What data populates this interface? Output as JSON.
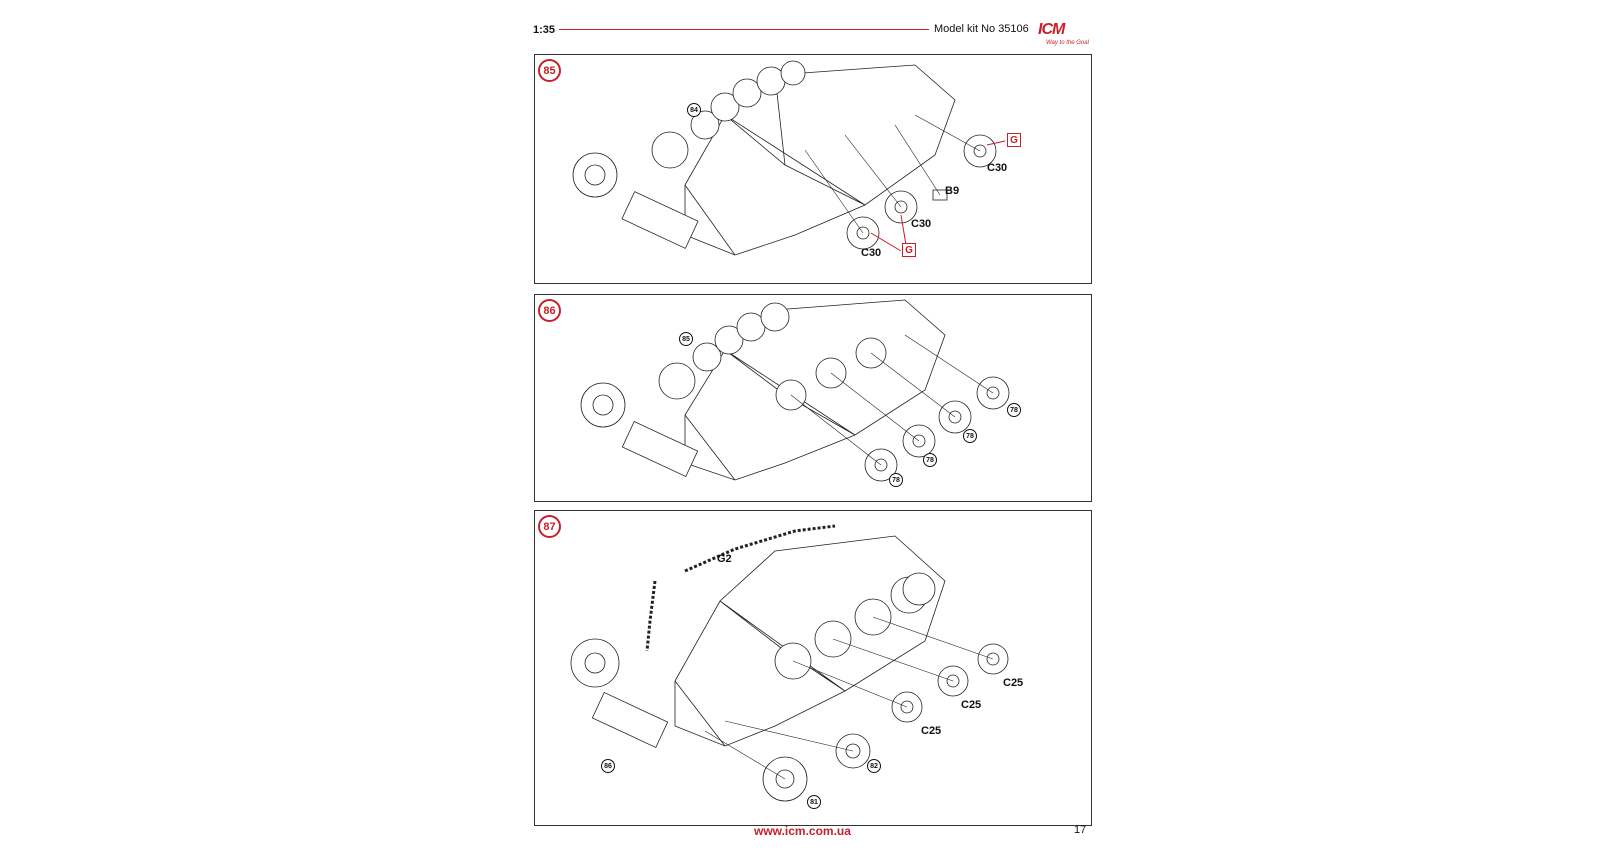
{
  "header": {
    "scale": "1:35",
    "kit_number": "Model kit No 35106",
    "logo_text": "ICM",
    "logo_tagline": "Way to the Goal"
  },
  "steps": [
    {
      "number": "85",
      "refs": [
        "84"
      ],
      "labels": [
        "C30",
        "B9",
        "C30",
        "C30"
      ],
      "notes": [
        "G",
        "G"
      ]
    },
    {
      "number": "86",
      "refs": [
        "85",
        "78",
        "78",
        "78",
        "78"
      ]
    },
    {
      "number": "87",
      "refs": [
        "86",
        "82",
        "81"
      ],
      "labels": [
        "G2",
        "C25",
        "C25",
        "C25"
      ]
    }
  ],
  "footer": {
    "url": "www.icm.com.ua",
    "page": "17"
  }
}
